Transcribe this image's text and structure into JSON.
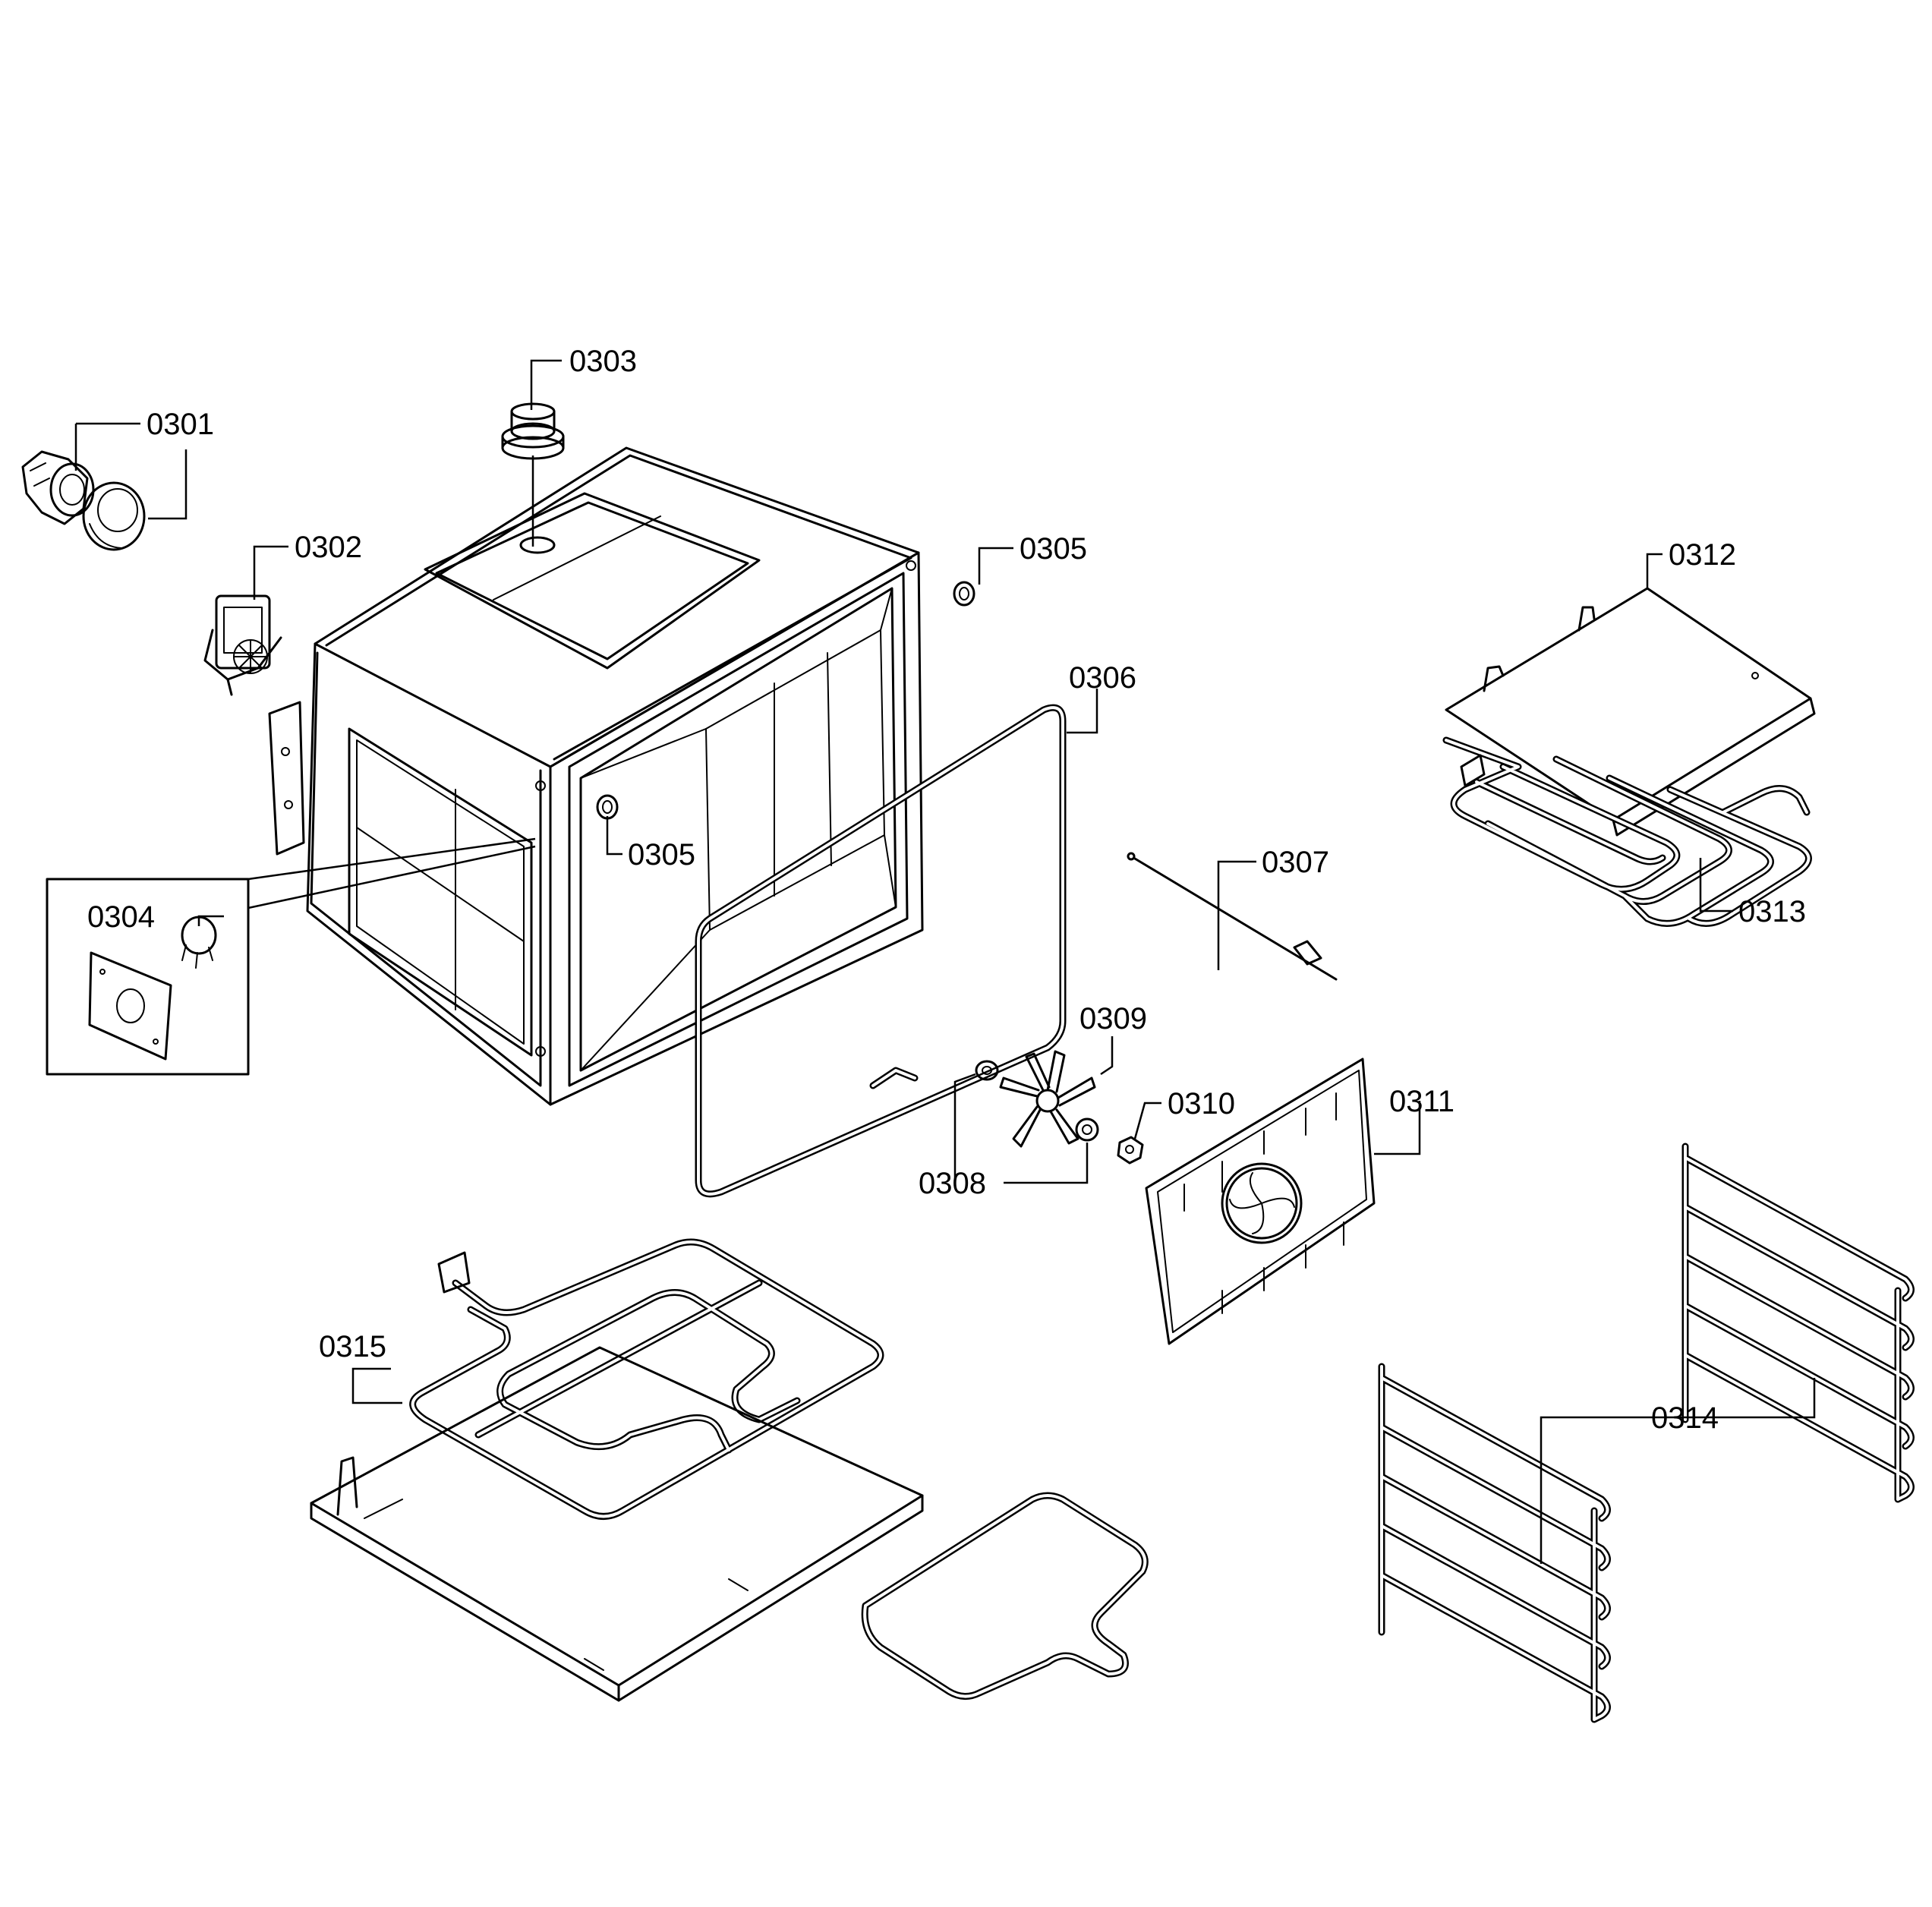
{
  "parts": [
    {
      "id": "0301",
      "label": "0301"
    },
    {
      "id": "0302",
      "label": "0302"
    },
    {
      "id": "0303",
      "label": "0303"
    },
    {
      "id": "0304",
      "label": "0304"
    },
    {
      "id": "0305a",
      "label": "0305"
    },
    {
      "id": "0305b",
      "label": "0305"
    },
    {
      "id": "0306",
      "label": "0306"
    },
    {
      "id": "0307",
      "label": "0307"
    },
    {
      "id": "0308",
      "label": "0308"
    },
    {
      "id": "0309",
      "label": "0309"
    },
    {
      "id": "0310",
      "label": "0310"
    },
    {
      "id": "0311",
      "label": "0311"
    },
    {
      "id": "0312",
      "label": "0312"
    },
    {
      "id": "0313",
      "label": "0313"
    },
    {
      "id": "0314",
      "label": "0314"
    },
    {
      "id": "0315",
      "label": "0315"
    }
  ]
}
